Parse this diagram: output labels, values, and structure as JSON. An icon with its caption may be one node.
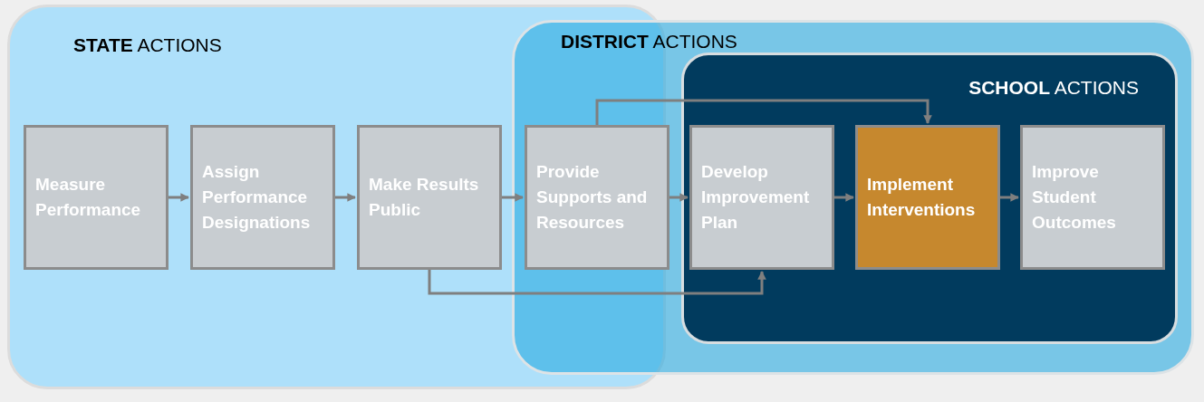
{
  "diagram": {
    "nodes": [
      {
        "text": [
          "**STATE** ACTIONS"
        ]
      },
      {
        "text": [
          "**DISTRICT** ACTIONS"
        ]
      },
      {
        "text": [
          "**SCHOOL** ACTIONS"
        ],
        "in": 1
      },
      {
        "text": [
          "Measure Performance"
        ],
        "in": 0
      },
      {
        "text": [
          "Assign Performance Designations"
        ],
        "in": 0
      },
      {
        "text": [
          "Make Results Public"
        ],
        "in": 0
      },
      {
        "text": [
          "Provide Supports and Resources"
        ]
      },
      {
        "text": [
          "Develop Improvement Plan"
        ],
        "in": 2
      },
      {
        "text": [
          "Implement Interventions"
        ],
        "in": 2
      },
      {
        "text": [
          "Improve Student Outcomes"
        ],
        "in": 2
      }
    ],
    "edges": [
      {
        "from": 3,
        "to": 4,
        "arrow": "to"
      },
      {
        "from": 4,
        "to": 5,
        "arrow": "to"
      },
      {
        "from": 5,
        "to": 6,
        "arrow": "to"
      },
      {
        "from": 6,
        "to": 7,
        "arrow": "to"
      },
      {
        "from": 7,
        "to": 8,
        "arrow": "to"
      },
      {
        "from": 8,
        "to": 9,
        "arrow": "to"
      },
      {
        "from": 6,
        "to": 8,
        "arrow": "to"
      },
      {
        "from": 5,
        "to": 7,
        "arrow": "to"
      }
    ]
  }
}
